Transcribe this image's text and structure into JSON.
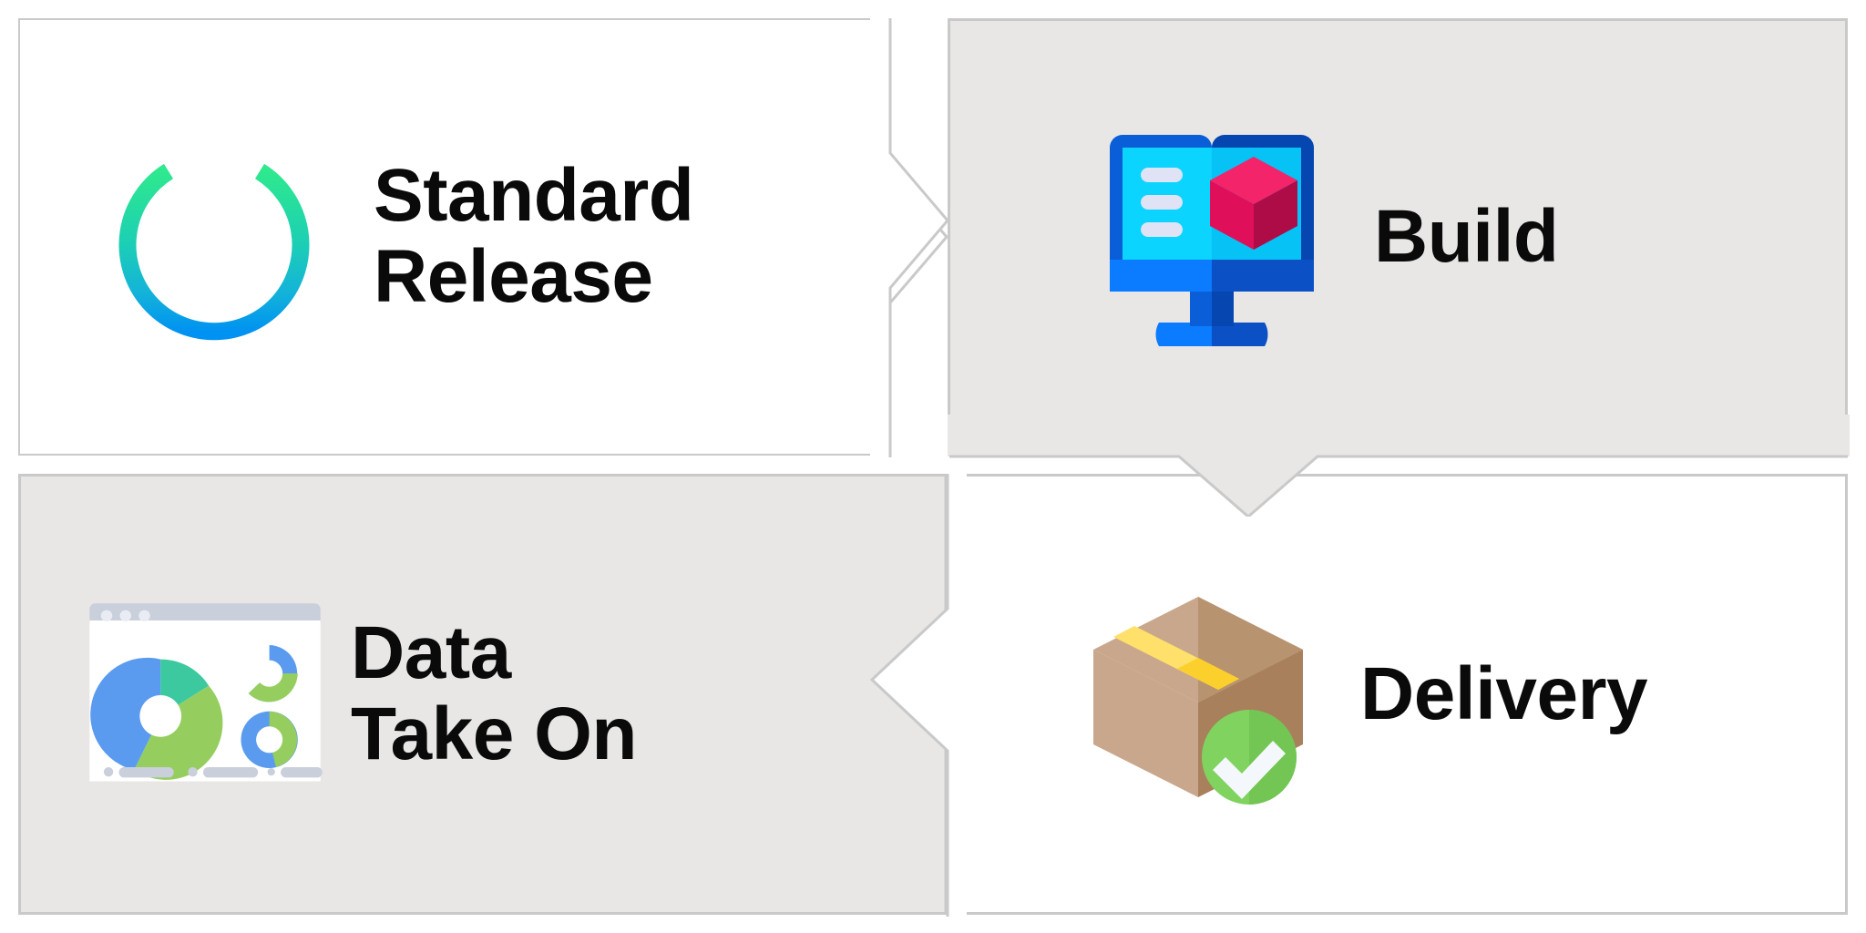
{
  "diagram": {
    "title": "Release process flow",
    "layout": "2x2-chevron-flow",
    "colors": {
      "panel_white": "#ffffff",
      "panel_gray": "#e8e7e5",
      "panel_border": "#c9c9c9",
      "text": "#0a0a0a",
      "power_gradient_top": "#28e58d",
      "power_gradient_bottom": "#0091f0",
      "monitor_bezel": "#0a5ed8",
      "monitor_bezel_dark": "#0546b0",
      "monitor_screen": "#0ad4ff",
      "monitor_screen_dark": "#06c2f5",
      "monitor_base": "#0b7bff",
      "monitor_base_dark": "#0b50c4",
      "cube_pink": "#f0145a",
      "cube_pink_dark": "#c50f4c",
      "cube_top": "#f4246b",
      "list_line": "#dfe3f5",
      "chart_blue": "#5b9bef",
      "chart_green": "#95ce5e",
      "chart_teal": "#3cc9a0",
      "chart_chrome": "#c9cfdb",
      "box_light": "#c8a78c",
      "box_mid": "#b8936f",
      "box_dark": "#a8805c",
      "box_tape": "#ffe06a",
      "box_tape_dark": "#fbd02c",
      "check_green": "#7fd35e",
      "check_green_dark": "#73c653"
    },
    "steps": [
      {
        "id": "standard-release",
        "label": "Standard\nRelease",
        "icon": "power-button-icon",
        "background": "white",
        "arrow": "right"
      },
      {
        "id": "build",
        "label": "Build",
        "icon": "monitor-cube-icon",
        "background": "gray",
        "arrow": "down"
      },
      {
        "id": "delivery",
        "label": "Delivery",
        "icon": "package-check-icon",
        "background": "white",
        "arrow": "left"
      },
      {
        "id": "data-take-on",
        "label": "Data\nTake On",
        "icon": "analytics-dashboard-icon",
        "background": "gray",
        "arrow": "none"
      }
    ]
  },
  "chart_data": {
    "type": "pie",
    "title": "Analytics dashboard icon",
    "charts": [
      {
        "name": "main-donut",
        "categories": [
          "Blue",
          "Teal",
          "Green"
        ],
        "values": [
          40,
          17,
          43
        ],
        "colors": [
          "#5b9bef",
          "#3cc9a0",
          "#95ce5e"
        ]
      },
      {
        "name": "small-donut-top",
        "categories": [
          "Blue",
          "Green"
        ],
        "values": [
          72,
          28
        ],
        "colors": [
          "#5b9bef",
          "#95ce5e"
        ]
      },
      {
        "name": "small-donut-bottom",
        "categories": [
          "Blue",
          "Green"
        ],
        "values": [
          60,
          40
        ],
        "colors": [
          "#5b9bef",
          "#95ce5e"
        ]
      }
    ],
    "legend_position": "bottom",
    "grid": false,
    "xlabel": "",
    "ylabel": ""
  }
}
